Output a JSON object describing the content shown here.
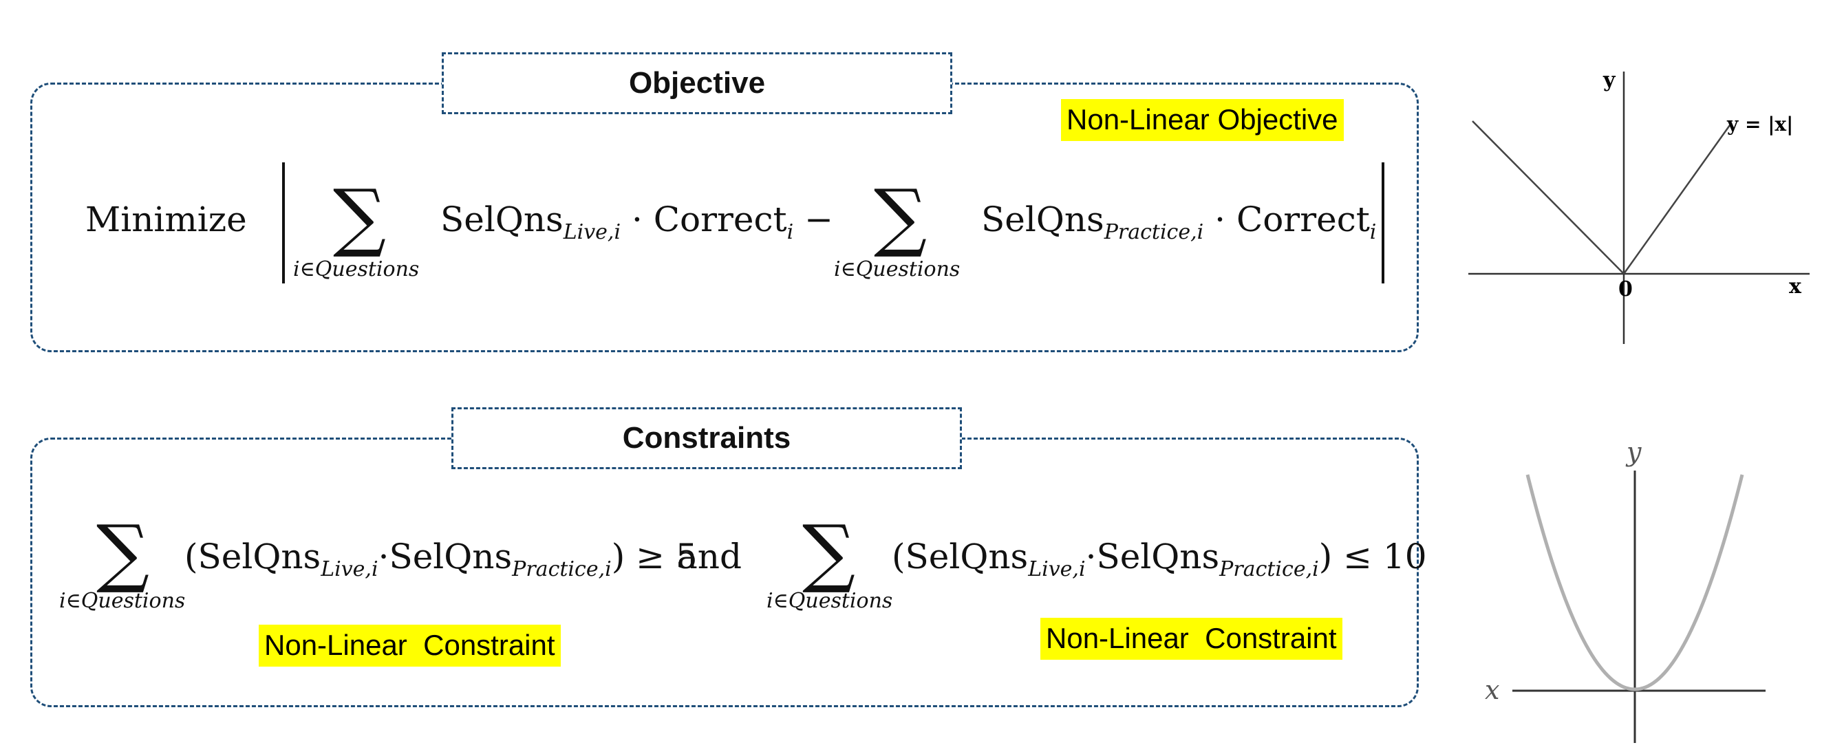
{
  "objective": {
    "title": "Objective",
    "tag": "Non-Linear Objective",
    "minimize": "Minimize",
    "sum_sym": "∑",
    "sum_index": "i∈Questions",
    "term1_var": "SelQns",
    "term1_sub": "Live,i",
    "term1_factor": "· Correct",
    "term1_factor_sub": "i",
    "minus": "−",
    "term2_var": "SelQns",
    "term2_sub": "Practice,i",
    "term2_factor": "· Correct",
    "term2_factor_sub": "i"
  },
  "constraints": {
    "title": "Constraints",
    "tag_left": "Non-Linear  Constraint",
    "tag_right": "Non-Linear  Constraint",
    "sum_sym": "∑",
    "sum_index": "i∈Questions",
    "left_open": "(SelQns",
    "left_sub1": "Live,i",
    "left_mid": "·SelQns",
    "left_sub2": "Practice,i",
    "left_close": ") ≥ 5",
    "and": "and",
    "right_open": "(SelQns",
    "right_sub1": "Live,i",
    "right_mid": "·SelQns",
    "right_sub2": "Practice,i",
    "right_close": ") ≤ 10"
  },
  "abs_graph": {
    "y_label": "y",
    "x_label": "x",
    "origin_label": "0",
    "curve_label": "y = |x|"
  },
  "parabola_graph": {
    "y_label": "y",
    "x_label": "x"
  }
}
